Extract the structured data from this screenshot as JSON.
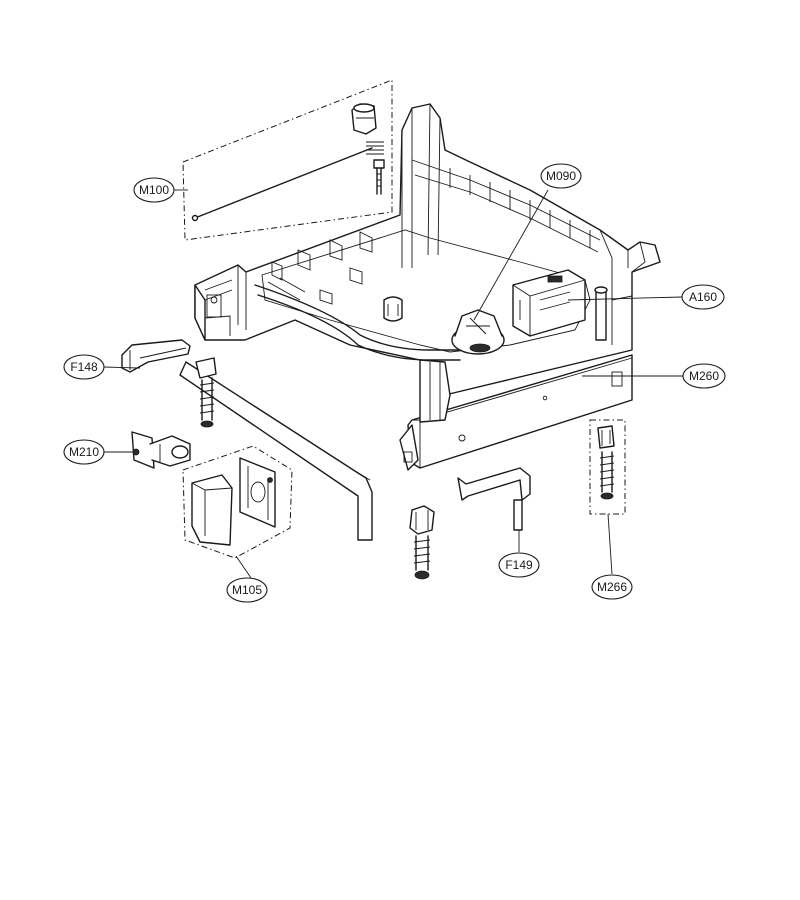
{
  "diagram": {
    "callouts": [
      {
        "id": "m100",
        "text": "M100"
      },
      {
        "id": "m090",
        "text": "M090"
      },
      {
        "id": "a160",
        "text": "A160"
      },
      {
        "id": "f148",
        "text": "F148"
      },
      {
        "id": "m260",
        "text": "M260"
      },
      {
        "id": "m210",
        "text": "M210"
      },
      {
        "id": "m105",
        "text": "M105"
      },
      {
        "id": "f149",
        "text": "F149"
      },
      {
        "id": "m266",
        "text": "M266"
      }
    ]
  }
}
